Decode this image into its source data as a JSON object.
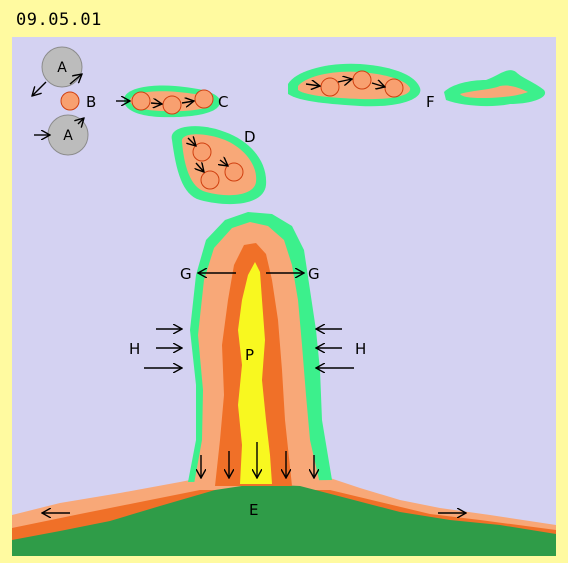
{
  "header": {
    "date": "09.05.01"
  },
  "labels": {
    "A_top": "A",
    "A_bottom": "A",
    "B": "B",
    "C": "C",
    "D": "D",
    "F": "F",
    "G_left": "G",
    "G_right": "G",
    "H_left": "H",
    "H_right": "H",
    "P": "P",
    "E": "E"
  },
  "colors": {
    "sky": "#d4d2f2",
    "frame": "#fffaa0",
    "ground": "#2f9c48",
    "halo": "#3cf08c",
    "outer": "#f8a878",
    "middle": "#f07028",
    "core": "#f8f820",
    "particle": "#f8a070",
    "particle_stroke": "#d04010",
    "grey_circle": "#bcbcbc"
  }
}
